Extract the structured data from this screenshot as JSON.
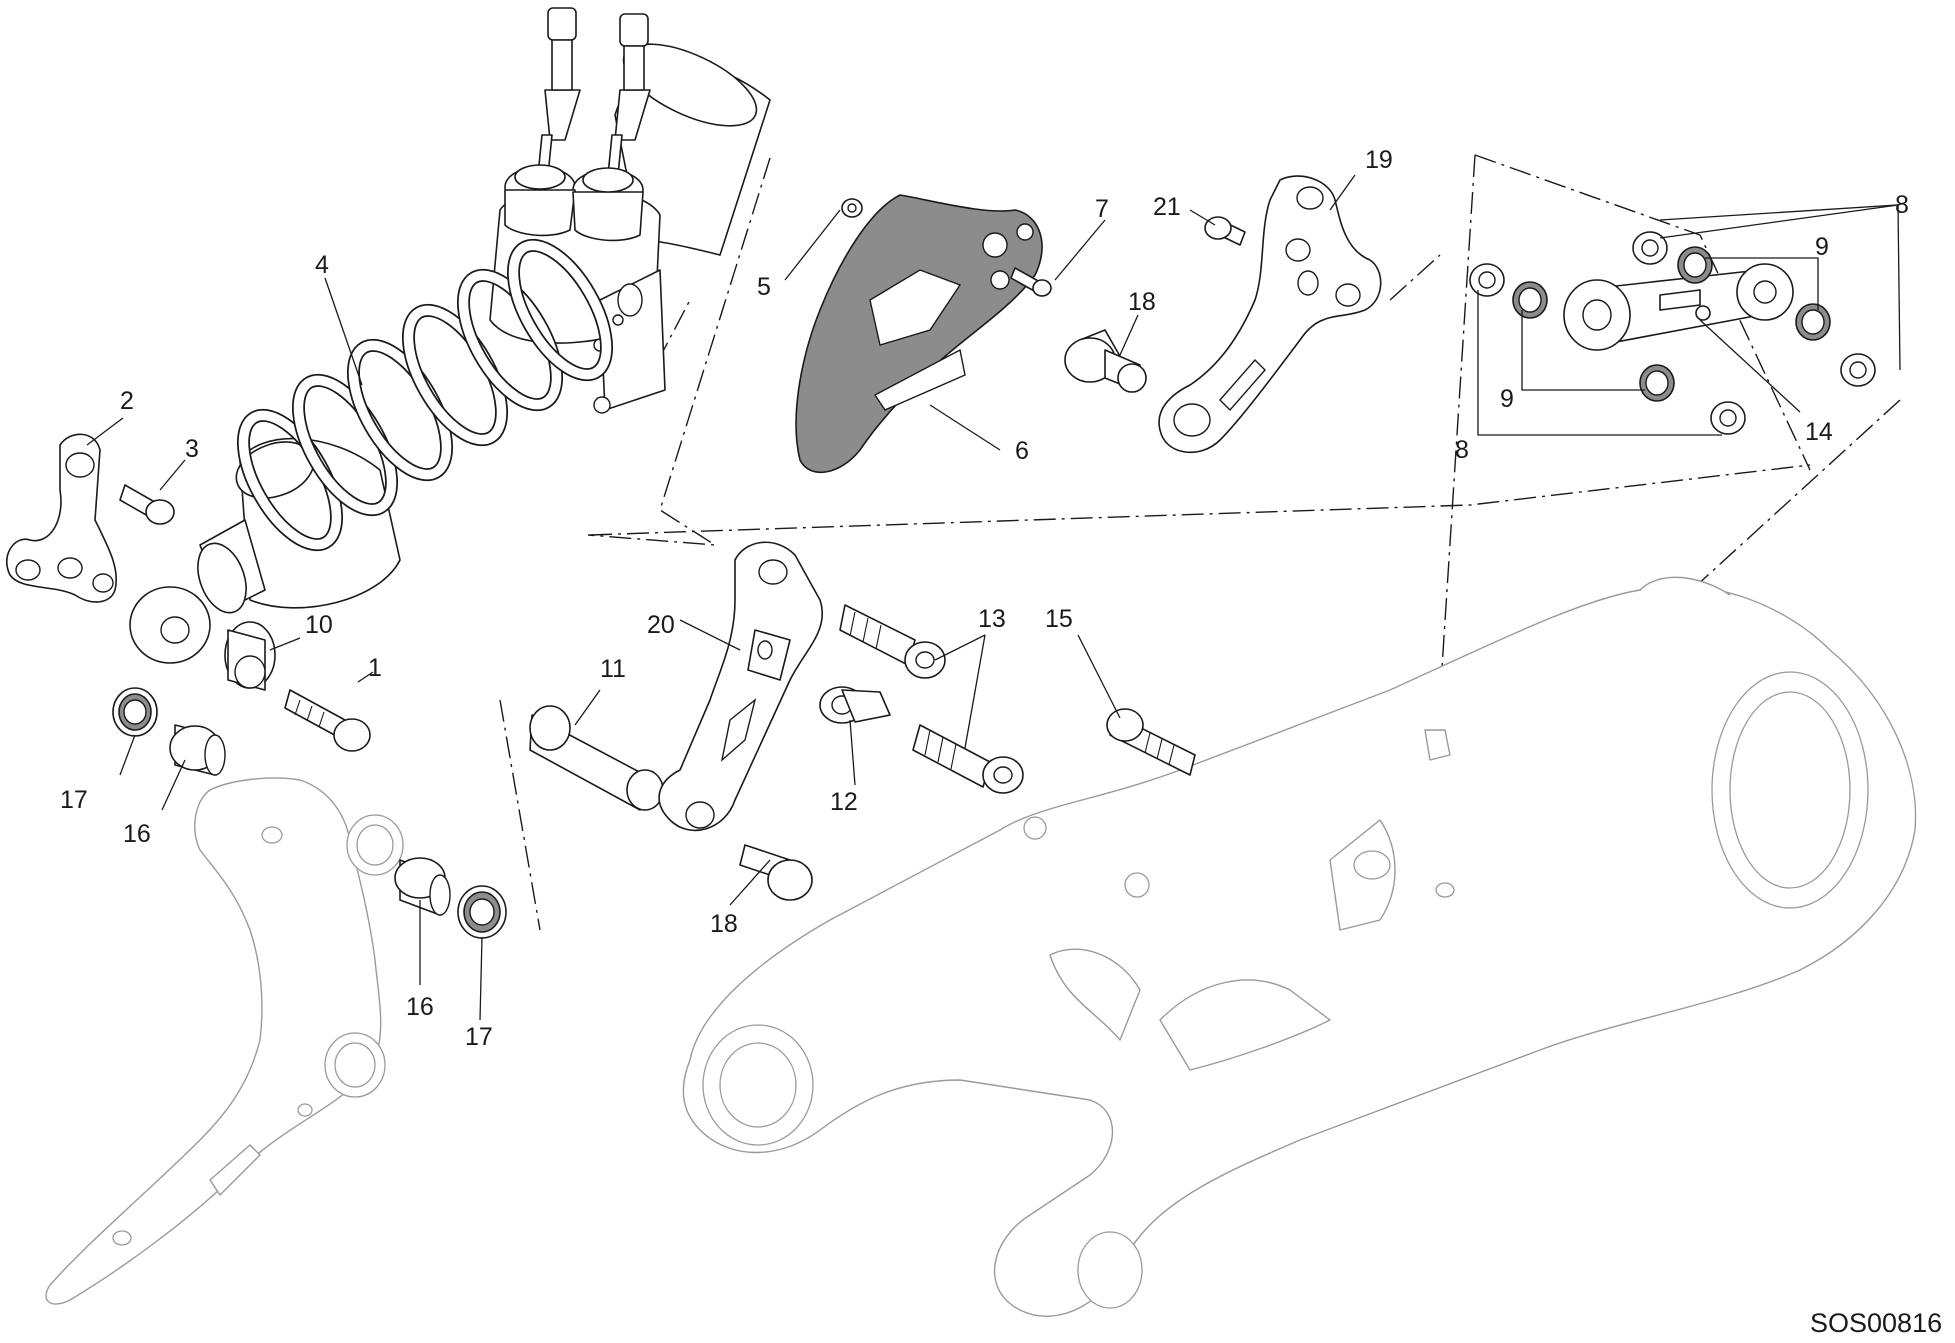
{
  "diagram": {
    "drawing_code": "SOS00816",
    "callouts": [
      {
        "id": "c1",
        "label": "1"
      },
      {
        "id": "c2",
        "label": "2"
      },
      {
        "id": "c3",
        "label": "3"
      },
      {
        "id": "c4",
        "label": "4"
      },
      {
        "id": "c5",
        "label": "5"
      },
      {
        "id": "c6",
        "label": "6"
      },
      {
        "id": "c7",
        "label": "7"
      },
      {
        "id": "c8a",
        "label": "8"
      },
      {
        "id": "c8b",
        "label": "8"
      },
      {
        "id": "c9a",
        "label": "9"
      },
      {
        "id": "c9b",
        "label": "9"
      },
      {
        "id": "c10",
        "label": "10"
      },
      {
        "id": "c11",
        "label": "11"
      },
      {
        "id": "c12",
        "label": "12"
      },
      {
        "id": "c13",
        "label": "13"
      },
      {
        "id": "c14",
        "label": "14"
      },
      {
        "id": "c15",
        "label": "15"
      },
      {
        "id": "c16a",
        "label": "16"
      },
      {
        "id": "c16b",
        "label": "16"
      },
      {
        "id": "c17a",
        "label": "17"
      },
      {
        "id": "c17b",
        "label": "17"
      },
      {
        "id": "c18a",
        "label": "18"
      },
      {
        "id": "c18b",
        "label": "18"
      },
      {
        "id": "c19",
        "label": "19"
      },
      {
        "id": "c20",
        "label": "20"
      },
      {
        "id": "c21",
        "label": "21"
      }
    ]
  }
}
